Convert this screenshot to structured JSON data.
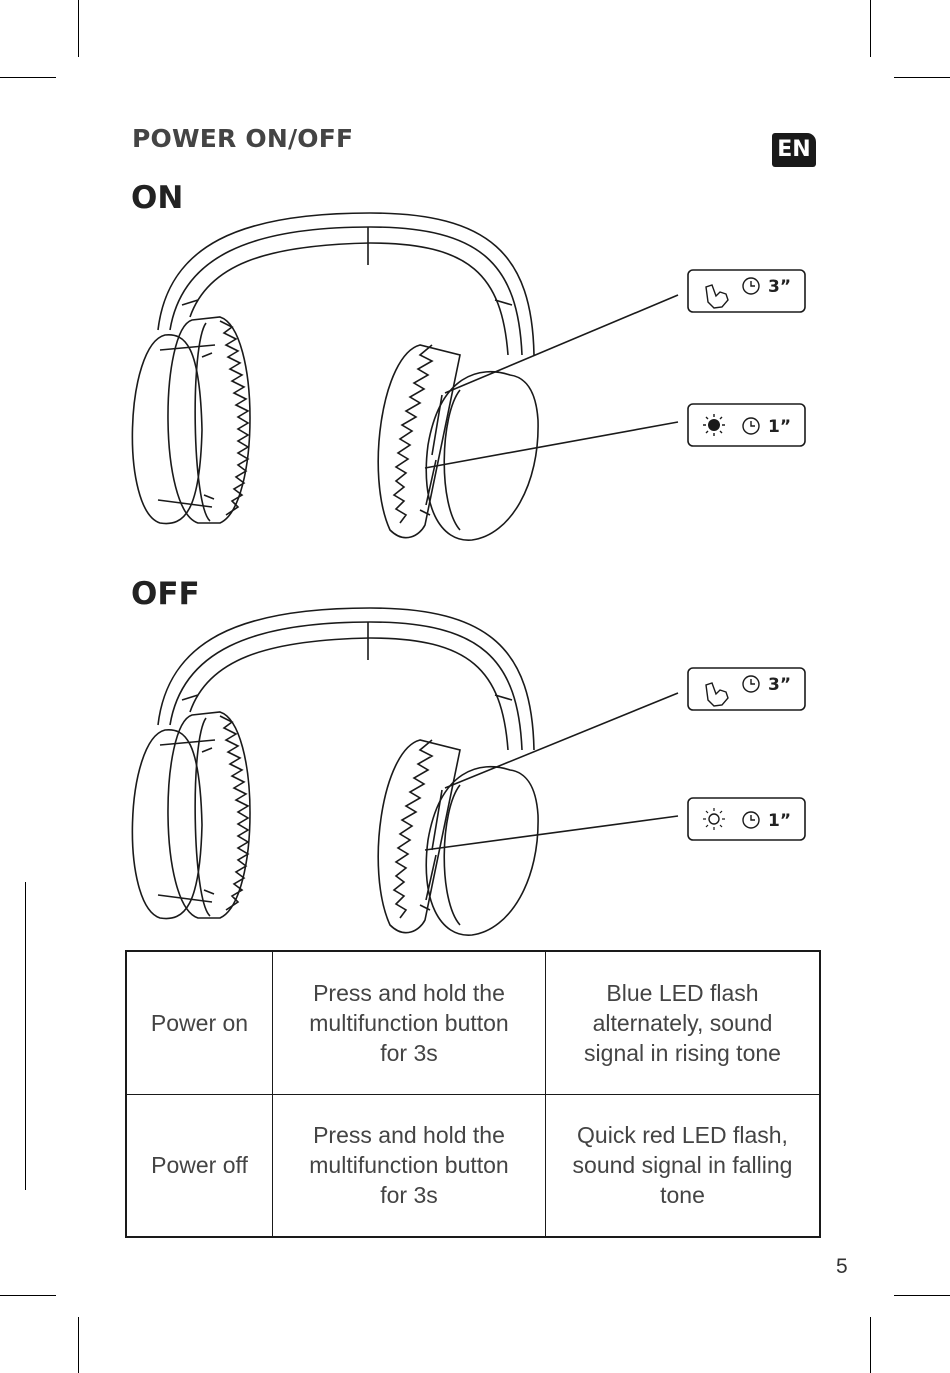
{
  "header": {
    "section_title": "POWER ON/OFF",
    "language_badge": "EN"
  },
  "diagrams": [
    {
      "label": "ON",
      "callouts": [
        {
          "icon": "press-hand-icon",
          "duration": "3”"
        },
        {
          "icon": "led-light-icon",
          "duration": "1”"
        }
      ]
    },
    {
      "label": "OFF",
      "callouts": [
        {
          "icon": "press-hand-icon",
          "duration": "3”"
        },
        {
          "icon": "led-light-icon",
          "duration": "1”"
        }
      ]
    }
  ],
  "table": {
    "rows": [
      {
        "state": "Power on",
        "action": [
          "Press and hold the",
          "multifunction button",
          "for 3s"
        ],
        "indication": [
          "Blue LED flash",
          "alternately, sound",
          "signal in rising tone"
        ]
      },
      {
        "state": "Power off",
        "action": [
          "Press and hold the",
          "multifunction button",
          "for 3s"
        ],
        "indication": [
          "Quick red LED flash,",
          "sound signal in falling",
          "tone"
        ]
      }
    ]
  },
  "footer": {
    "page_number": "5"
  }
}
